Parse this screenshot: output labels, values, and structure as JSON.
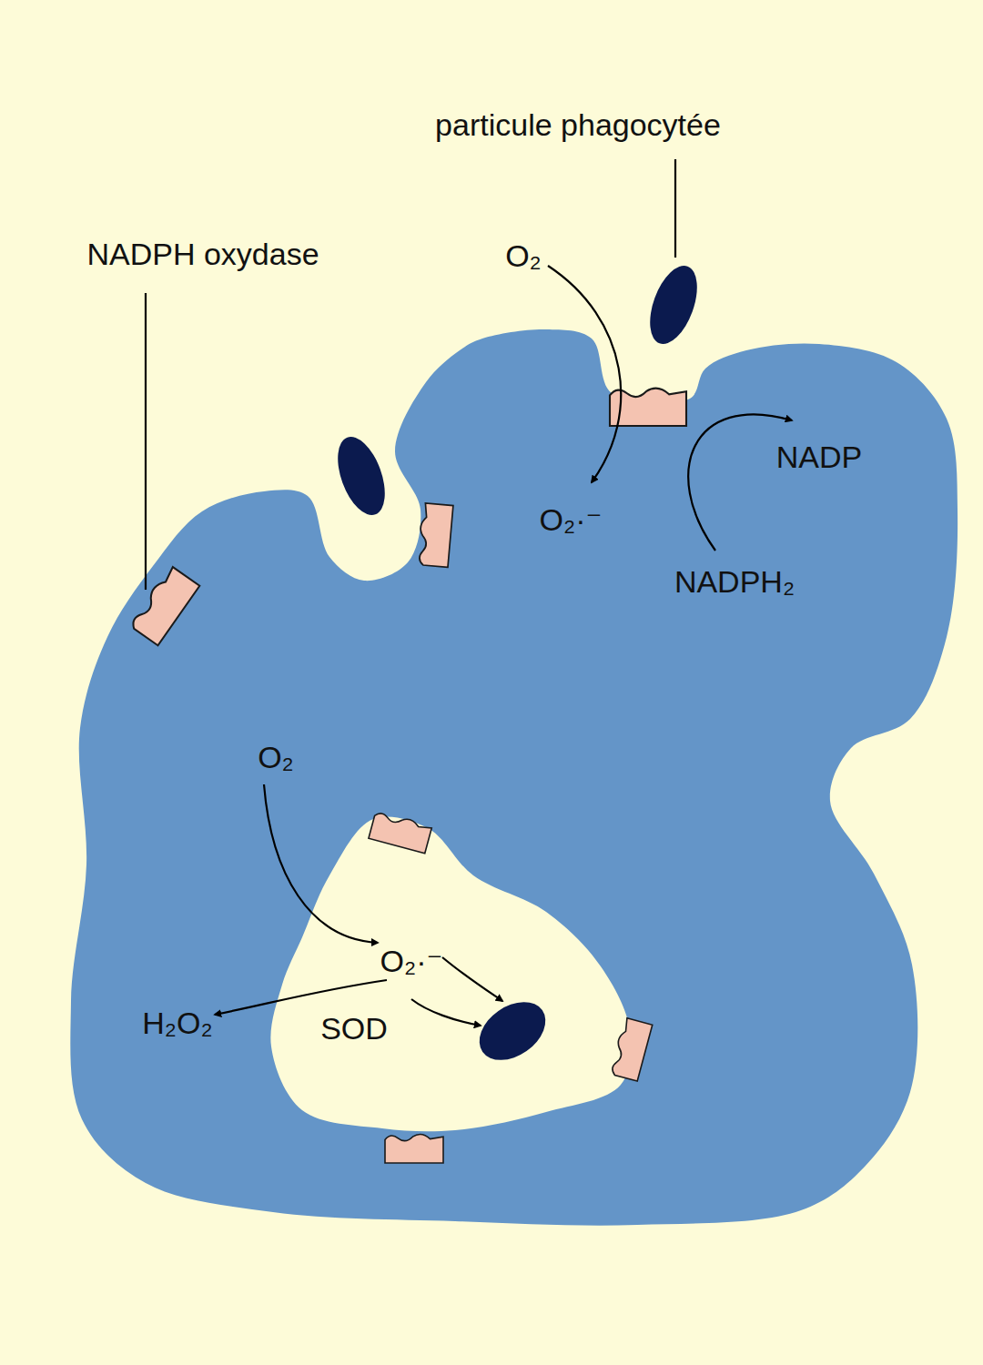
{
  "diagram": {
    "labels": [
      "particule phagocytée",
      "NADPH oxydase",
      "O₂",
      "NADP",
      "O₂·⁻",
      "NADPH₂",
      "O₂",
      "O₂·⁻",
      "SOD",
      "H₂O₂"
    ]
  }
}
